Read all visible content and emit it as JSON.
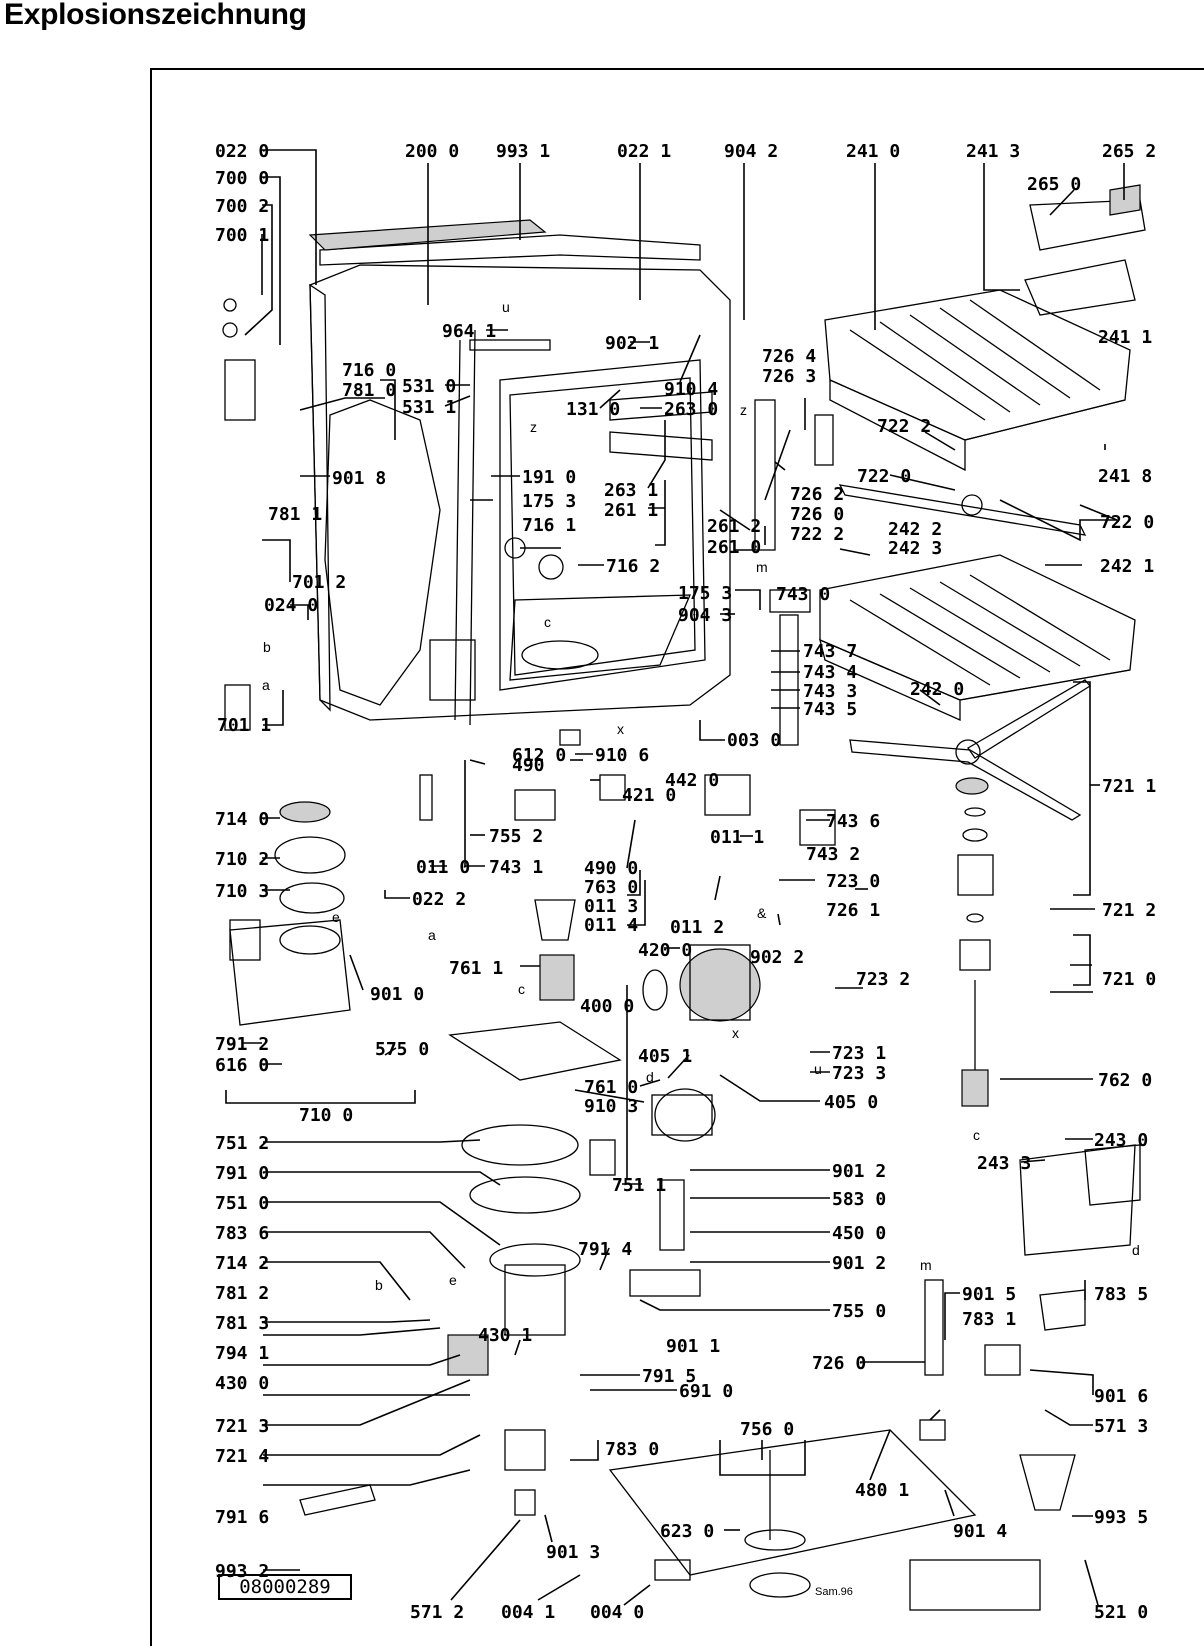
{
  "heading": "Explosionszeichnung",
  "drawing_number": "08000289",
  "colors": {
    "line": "#000000",
    "background": "#ffffff",
    "fill": "#cfcfcf"
  },
  "labels": {
    "l0220": "022 0",
    "l2000": "200 0",
    "l9931": "993 1",
    "l0221": "022 1",
    "l9042": "904 2",
    "l2410": "241 0",
    "l2413": "241 3",
    "l2652": "265 2",
    "l2650": "265 0",
    "l7000": "700 0",
    "l7002": "700 2",
    "l7001": "700 1",
    "l7160": "716 0",
    "l7810": "781 0",
    "l5310": "531 0",
    "l5311": "531 1",
    "l9018": "901 8",
    "l9641": "964 1",
    "l9021": "902 1",
    "l1310": "131 0",
    "l9104": "910 4",
    "l2630": "263 0",
    "l7264": "726 4",
    "l7263": "726 3",
    "l7222": "722 2",
    "l7220a": "722 0",
    "l2411": "241 1",
    "l2418": "241 8",
    "l7220": "722 0",
    "l7811": "781 1",
    "l1910": "191 0",
    "l1753": "175 3",
    "l7161": "716 1",
    "l7162": "716 2",
    "l2631": "263 1",
    "l2611": "261 1",
    "l2612": "261 2",
    "l2610": "261 0",
    "l7262": "726 2",
    "l7260a": "726 0",
    "l7222b": "722 2",
    "l2422": "242 2",
    "l2423": "242 3",
    "l2421": "242 1",
    "l7012": "701 2",
    "l0240": "024 0",
    "l1753b": "175 3",
    "l9043": "904 3",
    "l7430": "743 0",
    "l7437": "743 7",
    "l7434": "743 4",
    "l7433": "743 3",
    "l7435": "743 5",
    "l2420": "242 0",
    "l7011": "701 1",
    "l6120": "612 0",
    "l9106": "910 6",
    "l0030": "003 0",
    "l4900": "490",
    "l4420": "442 0",
    "l4210": "421 0",
    "l7211": "721 1",
    "l7140": "714 0",
    "l7102": "710 2",
    "l7103": "710 3",
    "l7552": "755 2",
    "l7431": "743 1",
    "l0110": "011 0",
    "l0222": "022 2",
    "l7436": "743 6",
    "l0111": "011 1",
    "l7432": "743 2",
    "l4900b": "490 0",
    "l7630": "763 0",
    "l0113": "011 3",
    "l0114": "011 4",
    "l7230": "723 0",
    "l7261": "726 1",
    "l7212": "721 2",
    "l0112": "011 2",
    "l9022": "902 2",
    "l7611": "761 1",
    "l4200": "420 0",
    "l9010": "901 0",
    "l7232": "723 2",
    "l7210": "721 0",
    "l7912": "791 2",
    "l6160": "616 0",
    "l5750": "575 0",
    "l7100": "710 0",
    "l4000": "400 0",
    "l4051": "405 1",
    "l7231": "723 1",
    "l7233": "723 3",
    "l7610": "761 0",
    "l9103": "910 3",
    "l4050": "405 0",
    "l7620": "762 0",
    "l2430": "243 0",
    "l2433": "243 3",
    "l7512": "751 2",
    "l7511": "751 1",
    "l9012": "901 2",
    "l7910": "791 0",
    "l5830": "583 0",
    "l7510": "751 0",
    "l4500": "450 0",
    "l7836": "783 6",
    "l7914": "791 4",
    "l9012b": "901 2",
    "l7142": "714 2",
    "l9015": "901 5",
    "l7835": "783 5",
    "l7812": "781 2",
    "l7550": "755 0",
    "l7831": "783 1",
    "l7813": "781 3",
    "l4301": "430 1",
    "l9011": "901 1",
    "l7260": "726 0",
    "l7941": "794 1",
    "l7915": "791 5",
    "l9016": "901 6",
    "l4300": "430 0",
    "l6910": "691 0",
    "l5713": "571 3",
    "l7213": "721 3",
    "l7560": "756 0",
    "l7214": "721 4",
    "l7830": "783 0",
    "l4801": "480 1",
    "l7916": "791 6",
    "l9014": "901 4",
    "l9935": "993 5",
    "l6230": "623 0",
    "l9013": "901 3",
    "l9932": "993 2",
    "l5712": "571 2",
    "l0041": "004 1",
    "l0040": "004 0",
    "l5210": "521 0"
  },
  "letters": {
    "u": "u",
    "z": "z",
    "z2": "z",
    "m": "m",
    "c": "c",
    "x": "x",
    "b": "b",
    "a": "a",
    "e": "e",
    "a2": "a",
    "c2": "c",
    "x2": "x",
    "d": "d",
    "u2": "u",
    "c3": "c",
    "d2": "d",
    "m2": "m",
    "b2": "b",
    "e2": "e",
    "amp": "&"
  },
  "stamp": "Sam.96"
}
